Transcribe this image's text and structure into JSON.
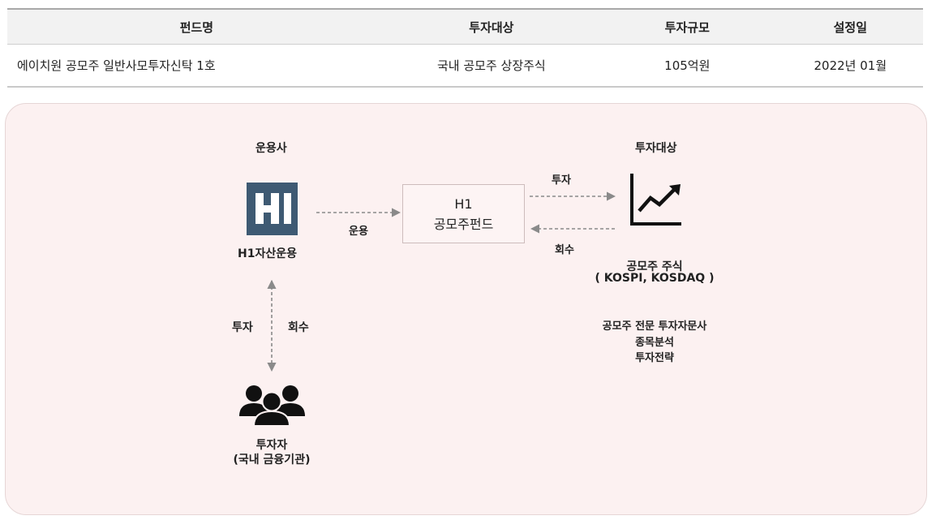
{
  "table": {
    "headers": [
      "펀드명",
      "투자대상",
      "투자규모",
      "설정일"
    ],
    "row": [
      "에이치원 공모주 일반사모투자신탁 1호",
      "국내 공모주 상장주식",
      "105억원",
      "2022년 01월"
    ]
  },
  "diagram": {
    "manager_heading": "운용사",
    "manager_name": "H1자산운용",
    "logo_text": "H1",
    "operation_label": "운용",
    "fund_line1": "H1",
    "fund_line2": "공모주펀드",
    "target_heading": "투자대상",
    "invest_label": "투자",
    "recover_label": "회수",
    "target_name": "공모주 주식",
    "target_markets": "( KOSPI, KOSDAQ )",
    "advisor_line1": "공모주 전문 투자자문사",
    "advisor_line2": "종목분석",
    "advisor_line3": "투자전략",
    "investor_invest_label": "투자",
    "investor_recover_label": "회수",
    "investor_name": "투자자",
    "investor_detail": "(국내 금융기관)"
  },
  "colors": {
    "panel_bg": "#fcf1f1",
    "logo_bg": "#3e5a73",
    "arrow": "#8a8a8a"
  },
  "icons": [
    "h1-logo",
    "stock-chart-icon",
    "investors-group-icon"
  ]
}
